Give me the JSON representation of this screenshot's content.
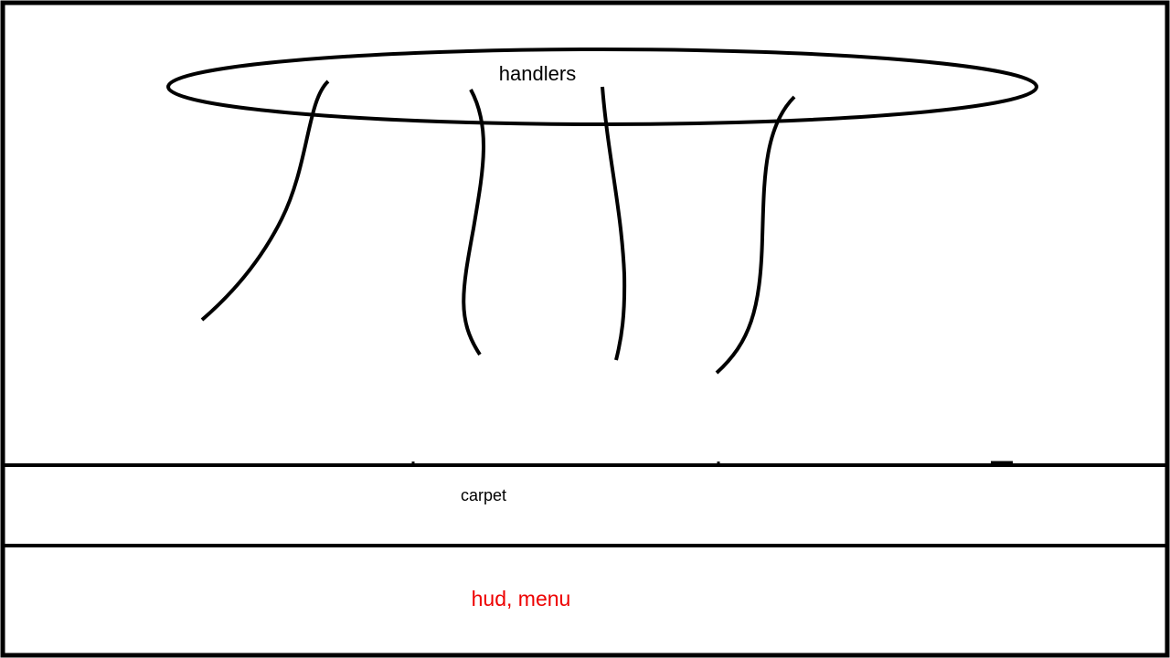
{
  "diagram": {
    "handlers": {
      "label": "handlers"
    },
    "carpet": {
      "label": "carpet"
    },
    "hud": {
      "label": "hud, menu",
      "color": "#ee0000"
    }
  },
  "colors": {
    "stroke": "#000000",
    "background": "#ffffff",
    "hud_text": "#ee0000"
  }
}
